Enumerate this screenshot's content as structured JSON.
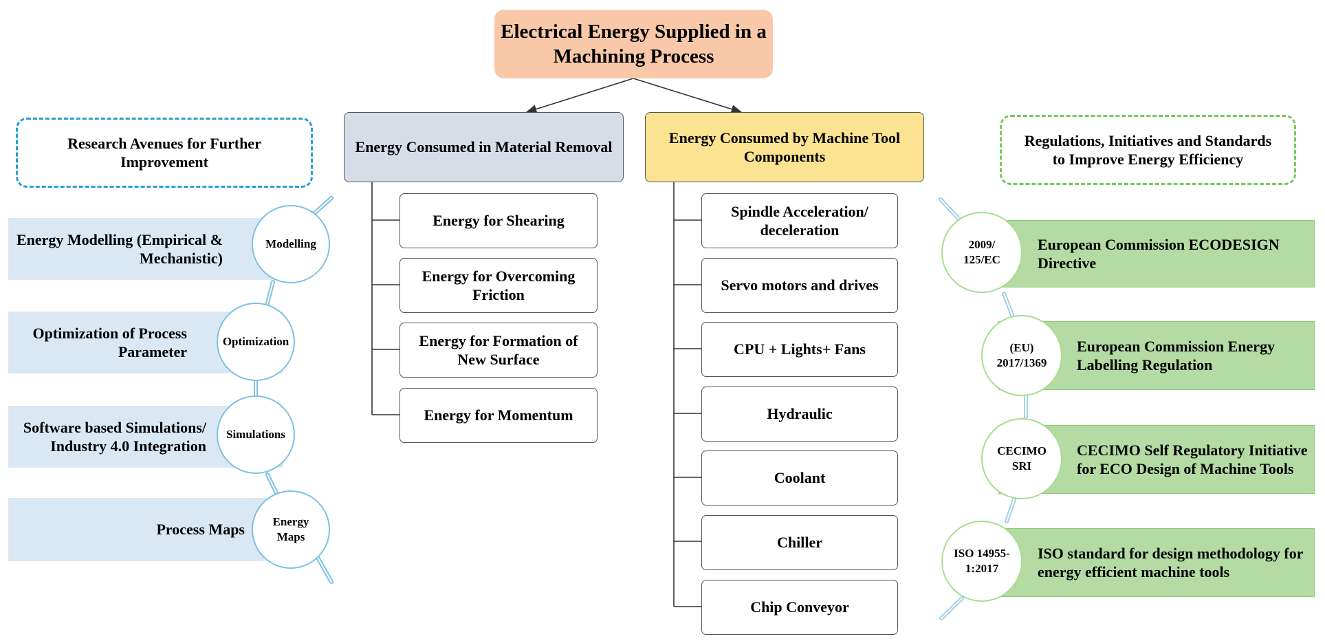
{
  "title": "Electrical Energy Supplied in a Machining Process",
  "material_removal": {
    "header": "Energy Consumed in Material Removal",
    "items": [
      "Energy for Shearing",
      "Energy for Overcoming Friction",
      "Energy for Formation of New Surface",
      "Energy for Momentum"
    ]
  },
  "machine_tool": {
    "header": "Energy Consumed by Machine Tool Components",
    "items": [
      "Spindle Acceleration/ deceleration",
      "Servo motors and drives",
      "CPU + Lights+ Fans",
      "Hydraulic",
      "Coolant",
      "Chiller",
      "Chip Conveyor"
    ]
  },
  "research": {
    "header": "Research Avenues for Further Improvement",
    "entries": [
      {
        "circle": "Modelling",
        "text": "Energy Modelling (Empirical & Mechanistic)"
      },
      {
        "circle": "Optimization",
        "text": "Optimization of Process Parameter"
      },
      {
        "circle": "Simulations",
        "text": "Software based Simulations/ Industry 4.0 Integration"
      },
      {
        "circle": "Energy Maps",
        "text": "Process Maps"
      }
    ]
  },
  "regulations": {
    "header": "Regulations, Initiatives and Standards to Improve Energy Efficiency",
    "entries": [
      {
        "circle": "2009/ 125/EC",
        "text": "European Commission ECODESIGN Directive"
      },
      {
        "circle": "(EU) 2017/1369",
        "text": "European Commission Energy Labelling Regulation"
      },
      {
        "circle": "CECIMO SRI",
        "text": "CECIMO Self Regulatory Initiative for ECO Design of Machine Tools"
      },
      {
        "circle": "ISO 14955-1:2017",
        "text": "ISO standard for design methodology for energy efficient machine tools"
      }
    ]
  },
  "colors": {
    "title_fill": "#f8c8a9",
    "material_header_fill": "#d6dde7",
    "machine_header_fill": "#fce392",
    "research_accent": "#279dd4",
    "research_band": "#dae8f4",
    "regulation_accent": "#77c95a",
    "regulation_band": "#b3dba3"
  }
}
